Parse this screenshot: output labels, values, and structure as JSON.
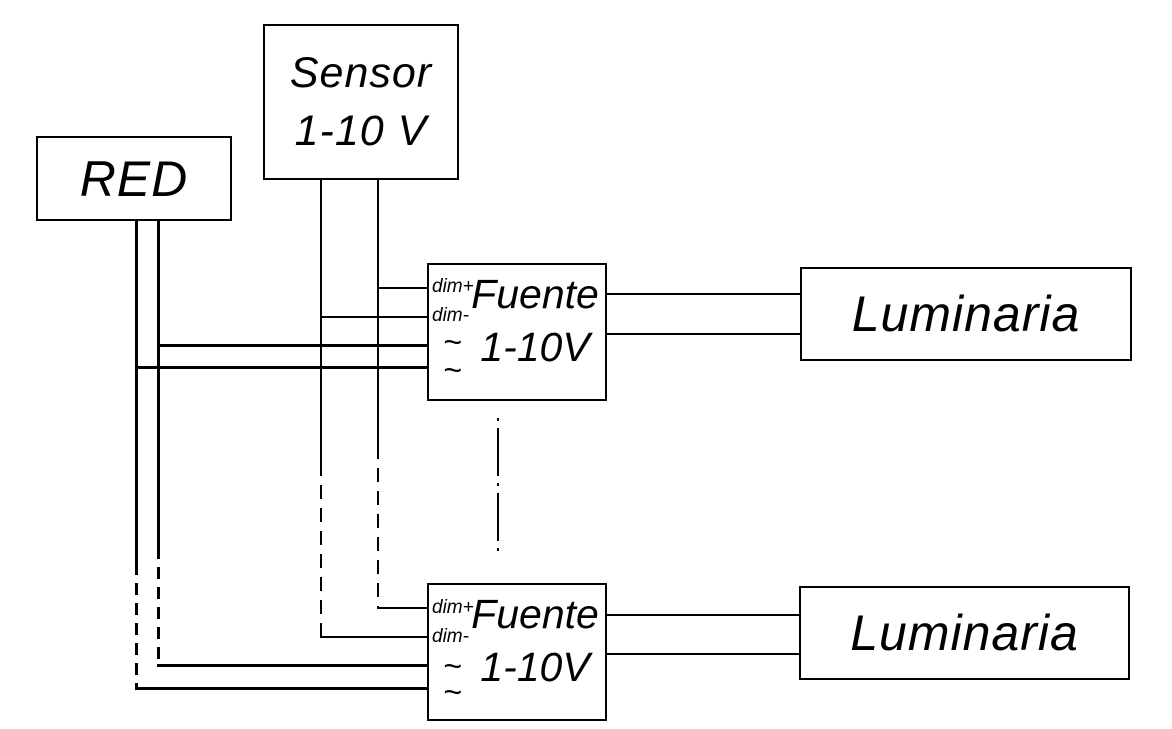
{
  "colors": {
    "background": "#ffffff",
    "line": "#000000",
    "text": "#000000"
  },
  "boxes": {
    "red": {
      "label": "RED"
    },
    "sensor": {
      "line1": "Sensor",
      "line2": "1-10 V"
    },
    "fuente1": {
      "title": "Fuente",
      "subtitle": "1-10V",
      "terminals": {
        "dim_plus": "dim+",
        "dim_minus": "dim-",
        "ac_top": "~",
        "ac_bottom": "~"
      }
    },
    "fuente2": {
      "title": "Fuente",
      "subtitle": "1-10V",
      "terminals": {
        "dim_plus": "dim+",
        "dim_minus": "dim-",
        "ac_top": "~",
        "ac_bottom": "~"
      }
    },
    "luminaria1": {
      "label": "Luminaria"
    },
    "luminaria2": {
      "label": "Luminaria"
    }
  }
}
